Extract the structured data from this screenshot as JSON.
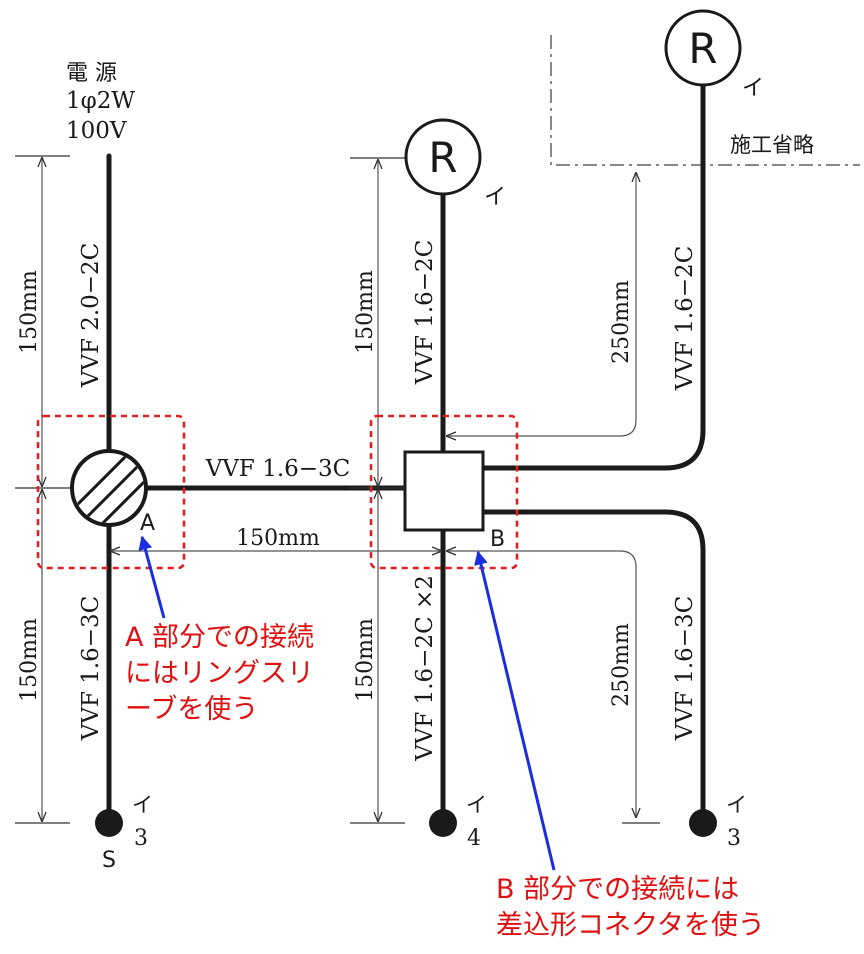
{
  "power_source": {
    "line1": "電 源",
    "line2": "1φ2W",
    "line3": "100V"
  },
  "cables": {
    "supply": "VVF 2.0−2C",
    "horizontal": "VVF 1.6−3C",
    "to_lamp_center": "VVF 1.6−2C",
    "to_lamp_right": "VVF 1.6−2C",
    "to_switch_left": "VVF 1.6−3C",
    "to_switch_center": "VVF 1.6−2C ×2",
    "to_switch_right": "VVF 1.6−3C"
  },
  "dimensions": {
    "left_top": "150mm",
    "left_bottom": "150mm",
    "center_top": "150mm",
    "center_bottom": "150mm",
    "horizontal": "150mm",
    "right_top": "250mm",
    "right_bottom": "250mm"
  },
  "lamps": {
    "center_symbol": "R",
    "center_tag": "イ",
    "right_symbol": "R",
    "right_tag": "イ"
  },
  "omitted_label": "施工省略",
  "switches": [
    {
      "tag": "イ",
      "number": "3",
      "type_label": "S"
    },
    {
      "tag": "イ",
      "number": "4"
    },
    {
      "tag": "イ",
      "number": "3"
    }
  ],
  "junction_labels": {
    "a": "A",
    "b": "B"
  },
  "notes": {
    "a_line1": "A 部分での接続",
    "a_line2": "にはリングスリ",
    "a_line3": "ーブを使う",
    "b_line1": "B 部分での接続には",
    "b_line2": "差込形コネクタを使う"
  },
  "colors": {
    "note_text": "#e11010",
    "note_arrow": "#1a2ee0",
    "dashed_box": "#e02020"
  }
}
